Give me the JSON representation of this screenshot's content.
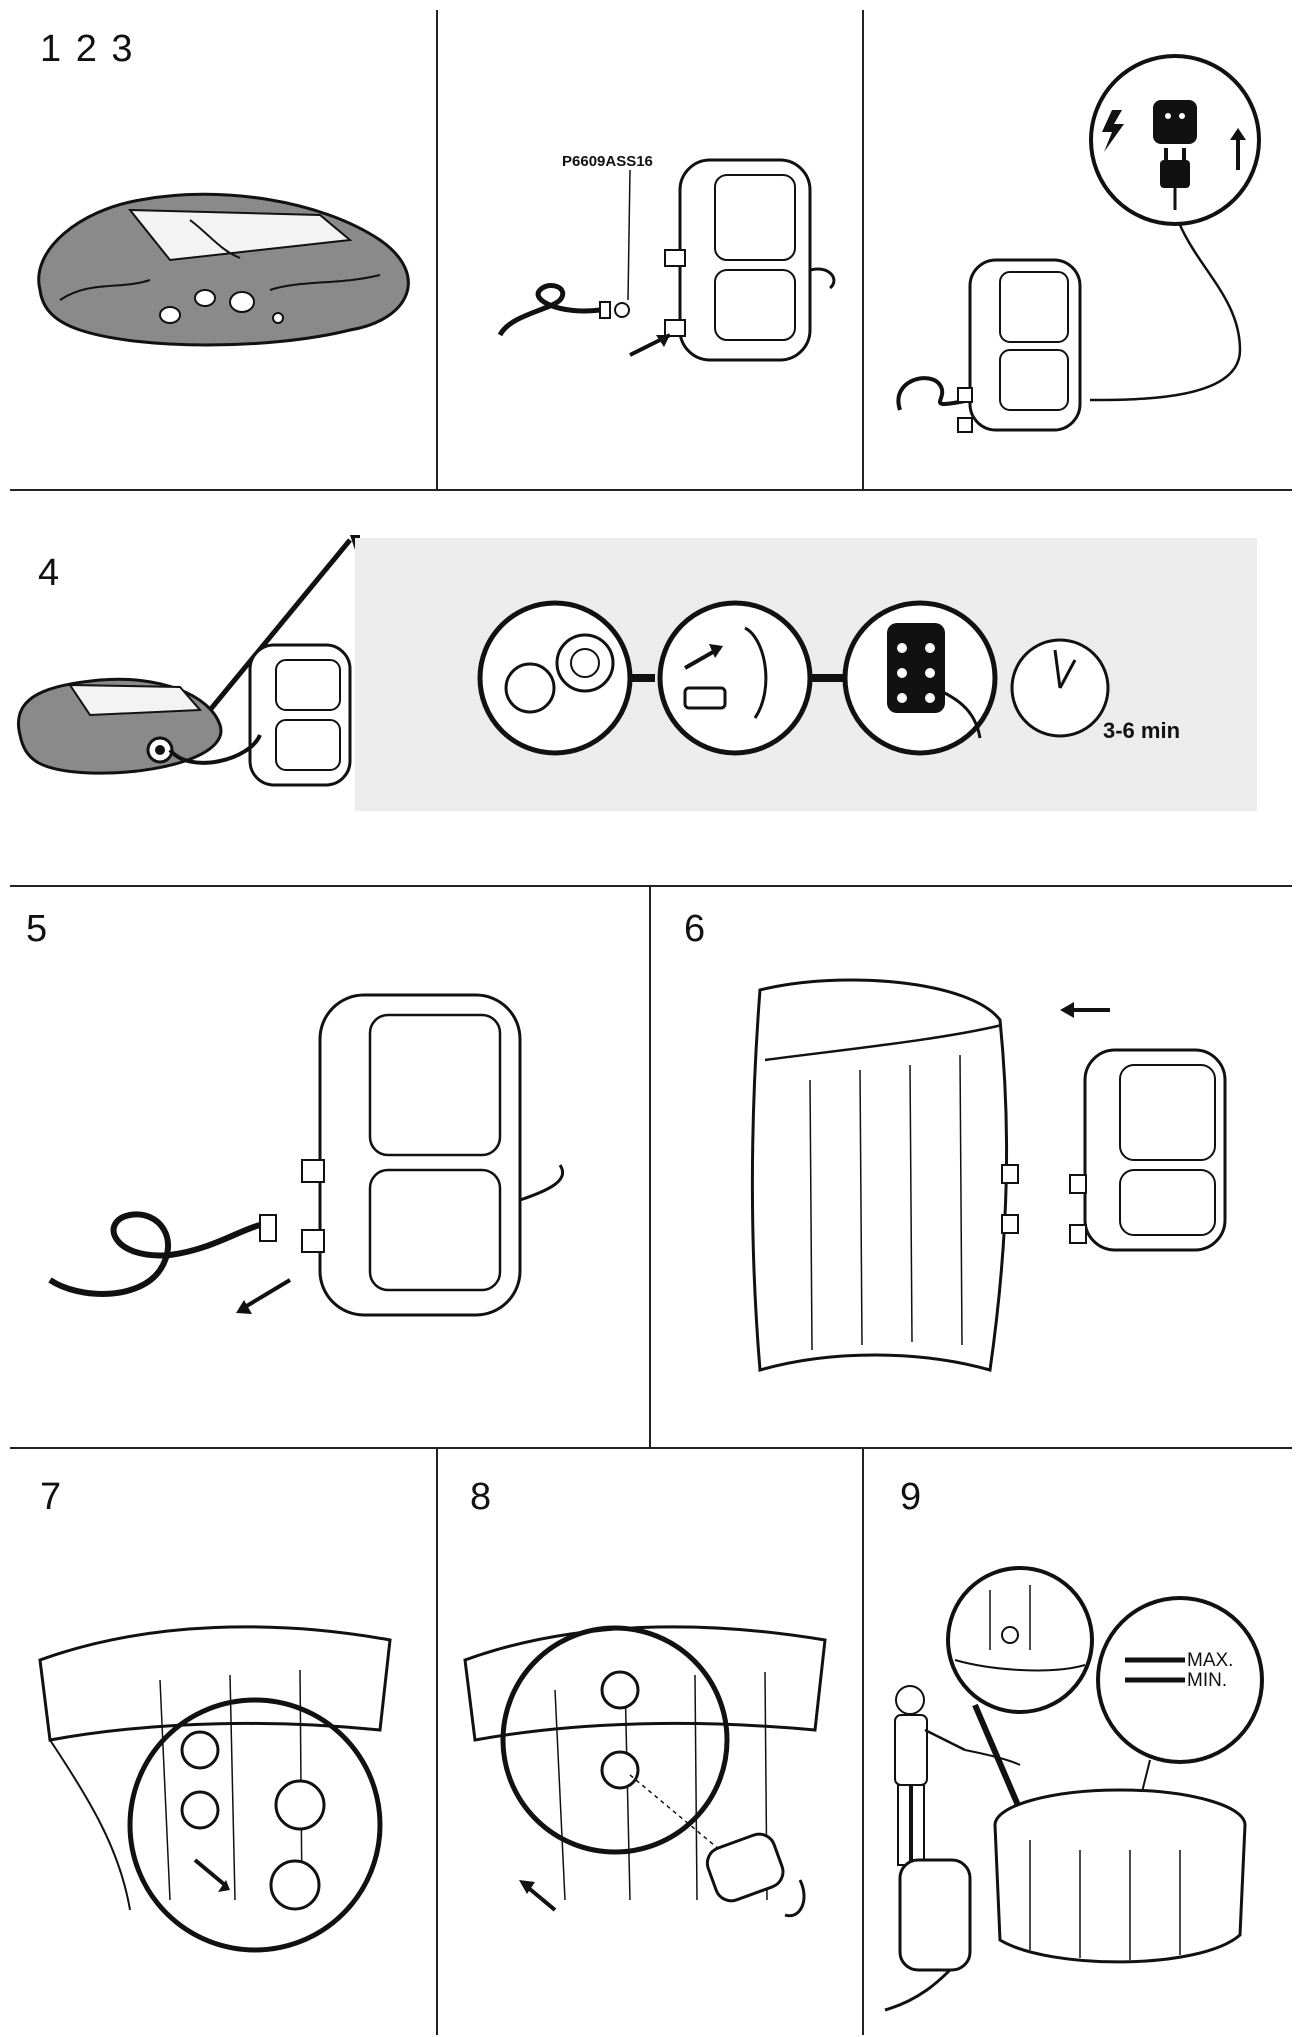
{
  "steps": {
    "s123": "1 2 3",
    "s4": "4",
    "s5": "5",
    "s6": "6",
    "s7": "7",
    "s8": "8",
    "s9": "9"
  },
  "labels": {
    "part_number": "P6609ASS16",
    "duration": "3-6 min",
    "max": "MAX.",
    "min": "MIN."
  },
  "icons": {
    "power": "power-plug-icon",
    "clock": "clock-icon",
    "arrow": "arrow-icon"
  },
  "colors": {
    "ink": "#111111",
    "fill_gray": "#8a8a8a",
    "panel_bg": "#ececec"
  }
}
